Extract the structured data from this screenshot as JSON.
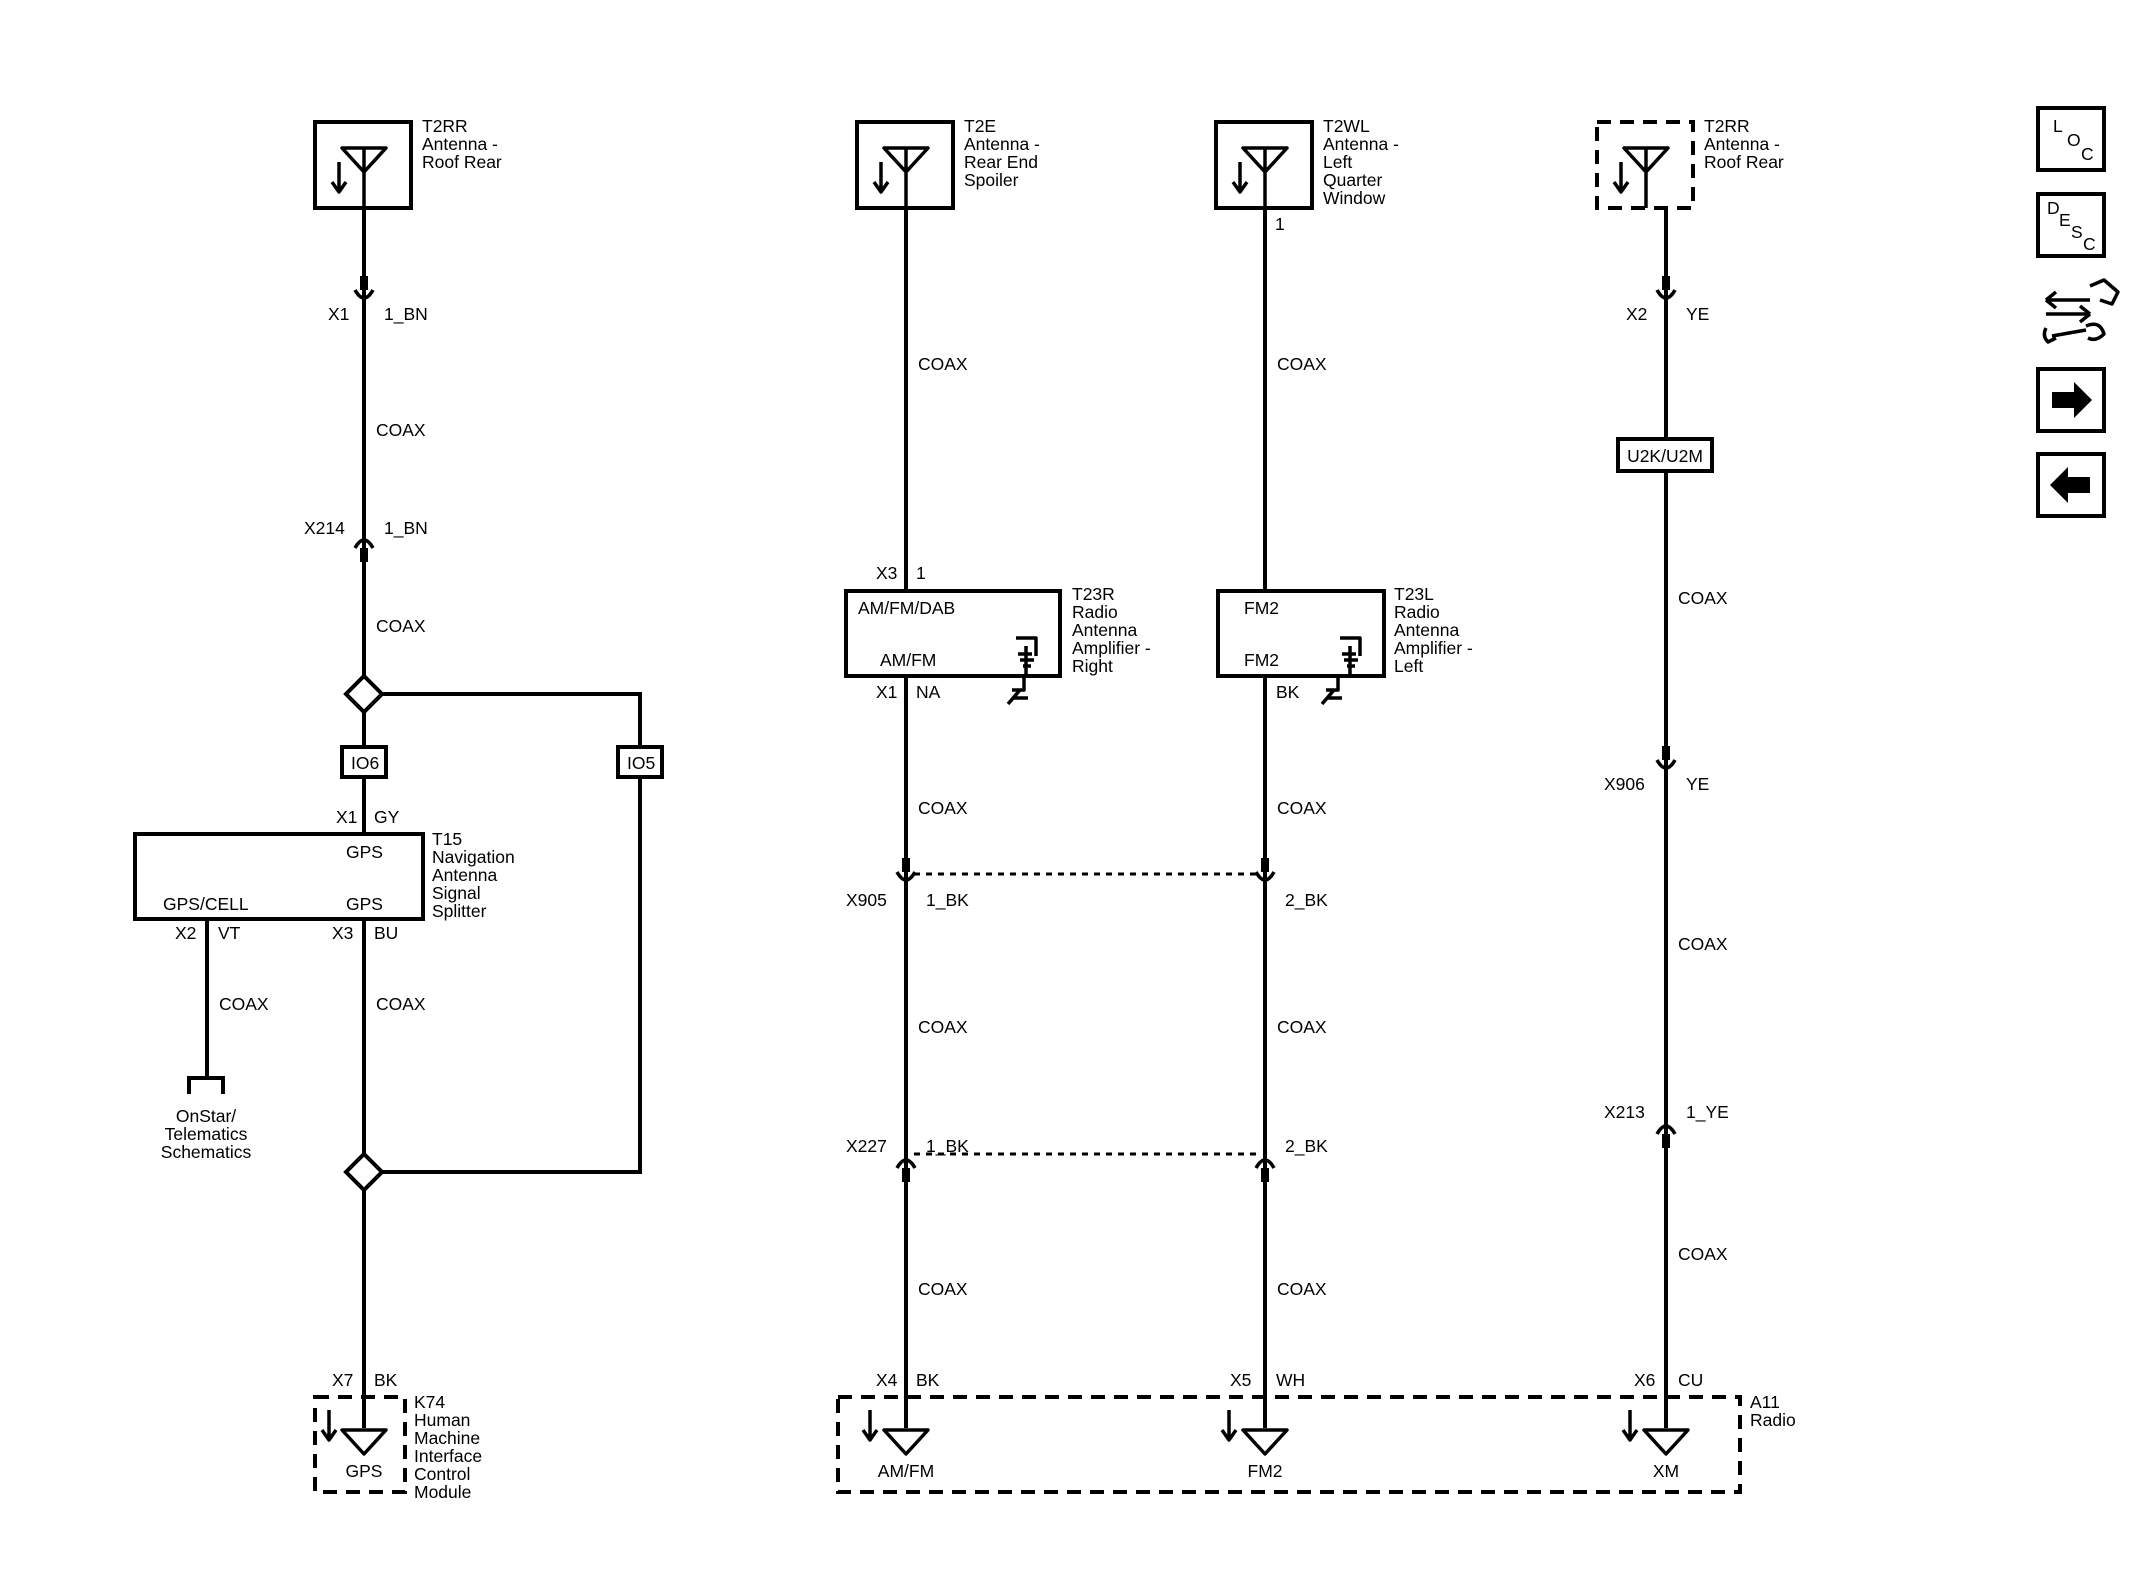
{
  "antennas": {
    "roof_rear": [
      "T2RR",
      "Antenna -",
      "Roof Rear"
    ],
    "rear_end_spoiler": [
      "T2E",
      "Antenna -",
      "Rear End",
      "Spoiler"
    ],
    "left_quarter_window": [
      "T2WL",
      "Antenna -",
      "Left",
      "Quarter",
      "Window"
    ],
    "roof_rear_2": [
      "T2RR",
      "Antenna -",
      "Roof Rear"
    ]
  },
  "components": {
    "nav_splitter": [
      "T15",
      "Navigation",
      "Antenna",
      "Signal",
      "Splitter"
    ],
    "amp_right": [
      "T23R",
      "Radio",
      "Antenna",
      "Amplifier -",
      "Right"
    ],
    "amp_left": [
      "T23L",
      "Radio",
      "Antenna",
      "Amplifier -",
      "Left"
    ],
    "hmi_module": [
      "K74",
      "Human",
      "Machine",
      "Interface",
      "Control",
      "Module"
    ],
    "radio": [
      "A11",
      "Radio"
    ],
    "onstar": [
      "OnStar/",
      "Telematics",
      "Schematics"
    ]
  },
  "wires": {
    "coax": "COAX",
    "col1": {
      "x1": "X1",
      "x1_wire": "1_BN",
      "x214": "X214",
      "x214_wire": "1_BN",
      "io6": "IO6",
      "io5": "IO5",
      "splitter_in": "X1",
      "splitter_in_wire": "GY",
      "splitter_gps_top": "GPS",
      "splitter_gpscell": "GPS/CELL",
      "splitter_gps_bottom": "GPS",
      "x2": "X2",
      "x2_wire": "VT",
      "x3": "X3",
      "x3_wire": "BU",
      "x7": "X7",
      "x7_wire": "BK",
      "gps_port": "GPS"
    },
    "col2": {
      "pin_in": "X3",
      "pin_in_num": "1",
      "amdab": "AM/FM/DAB",
      "amfm": "AM/FM",
      "x1": "X1",
      "x1_wire": "NA",
      "x905": "X905",
      "x905_wire": "1_BK",
      "x227": "X227",
      "x227_wire": "1_BK",
      "x4": "X4",
      "x4_wire": "BK",
      "port": "AM/FM"
    },
    "col3": {
      "pin_num": "1",
      "fm2_top": "FM2",
      "fm2_bottom": "FM2",
      "out_wire": "BK",
      "x905_wire": "2_BK",
      "x227_wire": "2_BK",
      "x5": "X5",
      "x5_wire": "WH",
      "port": "FM2"
    },
    "col4": {
      "x2": "X2",
      "x2_wire": "YE",
      "option": "U2K/U2M",
      "x906": "X906",
      "x906_wire": "YE",
      "x213": "X213",
      "x213_wire": "1_YE",
      "x6": "X6",
      "x6_wire": "CU",
      "port": "XM"
    }
  },
  "nav": {
    "loc": [
      "L",
      "O",
      "C"
    ],
    "desc": [
      "D",
      "E",
      "S",
      "C"
    ]
  }
}
